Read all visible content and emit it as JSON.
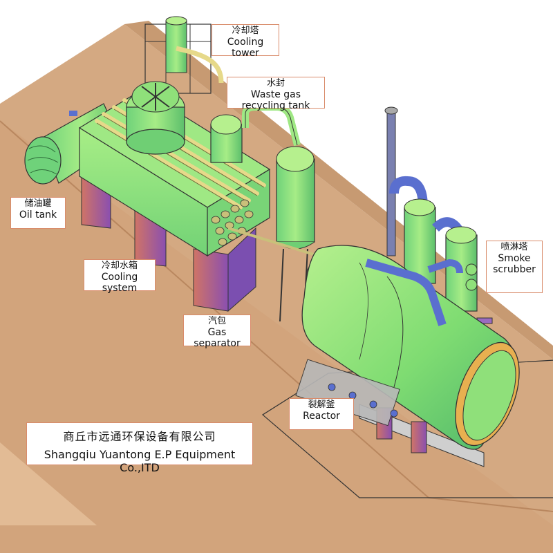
{
  "labels": {
    "cooling_tower": {
      "cn": "冷却塔",
      "en": "Cooling tower"
    },
    "waste_gas_tank": {
      "cn": "水封",
      "en": "Waste gas recycling tank"
    },
    "oil_tank": {
      "cn": "储油罐",
      "en": "Oil tank"
    },
    "cooling_system": {
      "cn": "冷却水箱",
      "en": "Cooling system"
    },
    "gas_separator": {
      "cn": "汽包",
      "en": "Gas separator"
    },
    "smoke_scrubber": {
      "cn": "喷淋塔",
      "en": "Smoke scrubber",
      "en_line1": "Smoke",
      "en_line2": "scrubber"
    },
    "reactor": {
      "cn": "裂解釜",
      "en": "Reactor"
    }
  },
  "company": {
    "cn": "商丘市远通环保设备有限公司",
    "en": "Shangqiu Yuantong E.P Equipment Co.,ITD"
  },
  "colors": {
    "ground": "#d4a982",
    "ground_side": "#b9875f",
    "equipment": "#8fe07a",
    "equipment_dark": "#5fbf6a",
    "pipe": "#5a6fcf",
    "pier_red": "#c9726a",
    "pier_purple": "#7b4fb0",
    "outline": "#333333"
  }
}
